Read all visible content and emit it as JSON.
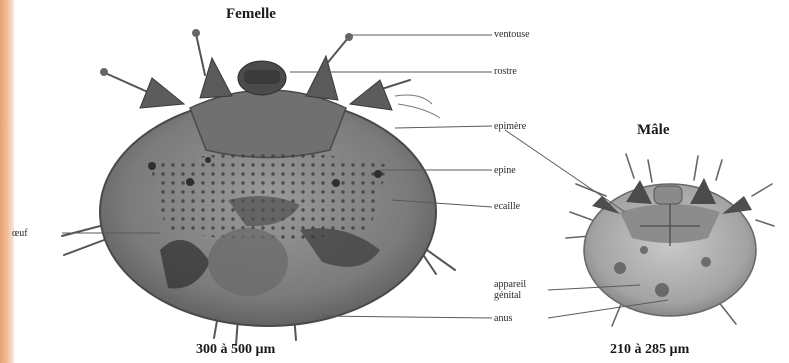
{
  "titles": {
    "female": "Femelle",
    "male": "Mâle"
  },
  "labels": {
    "ventouse": "ventouse",
    "rostre": "rostre",
    "epimere": "epimère",
    "epine": "epine",
    "ecaille": "ecaille",
    "oeuf": "œuf",
    "appareil_line1": "appareil",
    "appareil_line2": "génital",
    "anus": "anus"
  },
  "sizes": {
    "female": "300 à 500 µm",
    "male": "210 à 285 µm"
  },
  "colors": {
    "body_fill": "#8f8f8f",
    "body_dark": "#4a4a4a",
    "edge_band": "#f0b58a",
    "leader_line": "#5a5a5a"
  }
}
